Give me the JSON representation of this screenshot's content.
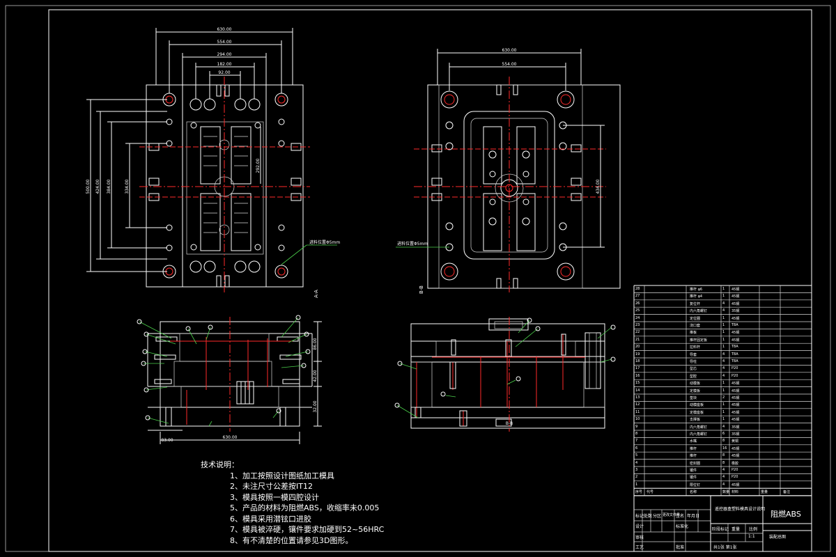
{
  "drawing": {
    "colors": {
      "background": "#000000",
      "outline": "#ffffff",
      "centerline": "#ff2a2a",
      "leader": "#4bd04b"
    },
    "top_view_left": {
      "dims_top": [
        "630.00",
        "554.00",
        "294.00",
        "182.00",
        "92.00"
      ],
      "dims_left": [
        "500.00",
        "424.00",
        "384.00",
        "334.00"
      ],
      "dim_right": "292.00",
      "callout": "进料位置Φ5mm",
      "section_mark": "A-A"
    },
    "top_view_right": {
      "dims_top": [
        "630.00",
        "554.00"
      ],
      "dim_right": "434.00",
      "callout": "进料位置Φ5mm",
      "section_mark": "B-B"
    },
    "section_left": {
      "dims_right": [
        "86.00",
        "42.00",
        "32.00"
      ],
      "dims_bottom": [
        "83.00",
        "630.00"
      ]
    },
    "section_right": {
      "label_bottom": "B-B"
    }
  },
  "notes": {
    "title": "技术说明：",
    "items": [
      "1、加工按照设计图纸加工模具",
      "2、未注尺寸公差按IT12",
      "3、模具按照一模四腔设计",
      "5、产品的材料为阻燃ABS，收缩率未0.005",
      "6、模具采用潜铉口进胶",
      "7、模具被淬硬，镶件要求加硬到52~56HRC",
      "8、有不清楚的位置请参见3D图形。"
    ]
  },
  "title_block": {
    "design_title": "遥控器盒塑料模具设计说明",
    "material": "阻燃ABS",
    "assembly": "装配总图",
    "ratio": "1:1",
    "sheet": "共1张 第1张",
    "header_cols": [
      "序号",
      "代号",
      "名称",
      "数量",
      "材料",
      "重量",
      "备注"
    ],
    "rows": [
      {
        "n": "28",
        "name": "推杆 φ6",
        "qty": "1",
        "mat": "45钢"
      },
      {
        "n": "27",
        "name": "推杆 φ4",
        "qty": "1",
        "mat": "45钢"
      },
      {
        "n": "26",
        "name": "复位杆",
        "qty": "4",
        "mat": "45钢"
      },
      {
        "n": "25",
        "name": "内六角螺钉",
        "qty": "4",
        "mat": "35钢"
      },
      {
        "n": "24",
        "name": "定位圈",
        "qty": "1",
        "mat": "45钢"
      },
      {
        "n": "23",
        "name": "浇口套",
        "qty": "1",
        "mat": "T8A"
      },
      {
        "n": "22",
        "name": "推板",
        "qty": "1",
        "mat": "45钢"
      },
      {
        "n": "21",
        "name": "推杆固定板",
        "qty": "1",
        "mat": "45钢"
      },
      {
        "n": "20",
        "name": "拉料杆",
        "qty": "1",
        "mat": "T8A"
      },
      {
        "n": "19",
        "name": "导套",
        "qty": "4",
        "mat": "T8A"
      },
      {
        "n": "18",
        "name": "导柱",
        "qty": "4",
        "mat": "T8A"
      },
      {
        "n": "17",
        "name": "型芯",
        "qty": "4",
        "mat": "P20"
      },
      {
        "n": "16",
        "name": "型腔",
        "qty": "4",
        "mat": "P20"
      },
      {
        "n": "15",
        "name": "动模板",
        "qty": "1",
        "mat": "45钢"
      },
      {
        "n": "14",
        "name": "定模板",
        "qty": "1",
        "mat": "45钢"
      },
      {
        "n": "13",
        "name": "垫块",
        "qty": "2",
        "mat": "45钢"
      },
      {
        "n": "12",
        "name": "动模座板",
        "qty": "1",
        "mat": "45钢"
      },
      {
        "n": "11",
        "name": "定模座板",
        "qty": "1",
        "mat": "45钢"
      },
      {
        "n": "10",
        "name": "支撑板",
        "qty": "1",
        "mat": "45钢"
      },
      {
        "n": "9",
        "name": "内六角螺钉",
        "qty": "4",
        "mat": "35钢"
      },
      {
        "n": "8",
        "name": "内六角螺钉",
        "qty": "6",
        "mat": "35钢"
      },
      {
        "n": "7",
        "name": "水嘴",
        "qty": "8",
        "mat": "黄铜"
      },
      {
        "n": "6",
        "name": "推杆",
        "qty": "16",
        "mat": "45钢"
      },
      {
        "n": "5",
        "name": "推杆",
        "qty": "8",
        "mat": "45钢"
      },
      {
        "n": "4",
        "name": "密封圈",
        "qty": "8",
        "mat": "橡胶"
      },
      {
        "n": "3",
        "name": "镶件",
        "qty": "4",
        "mat": "P20"
      },
      {
        "n": "2",
        "name": "镶件",
        "qty": "4",
        "mat": "P20"
      },
      {
        "n": "1",
        "name": "限位钉",
        "qty": "4",
        "mat": "45钢"
      }
    ],
    "sign_labels": [
      "标记",
      "处数",
      "分区",
      "更改文件号",
      "签名",
      "年月日"
    ],
    "role_labels": [
      "设计",
      "审核",
      "工艺",
      "标准化",
      "批准"
    ],
    "stage_labels": [
      "阶段标记",
      "重量",
      "比例"
    ]
  }
}
